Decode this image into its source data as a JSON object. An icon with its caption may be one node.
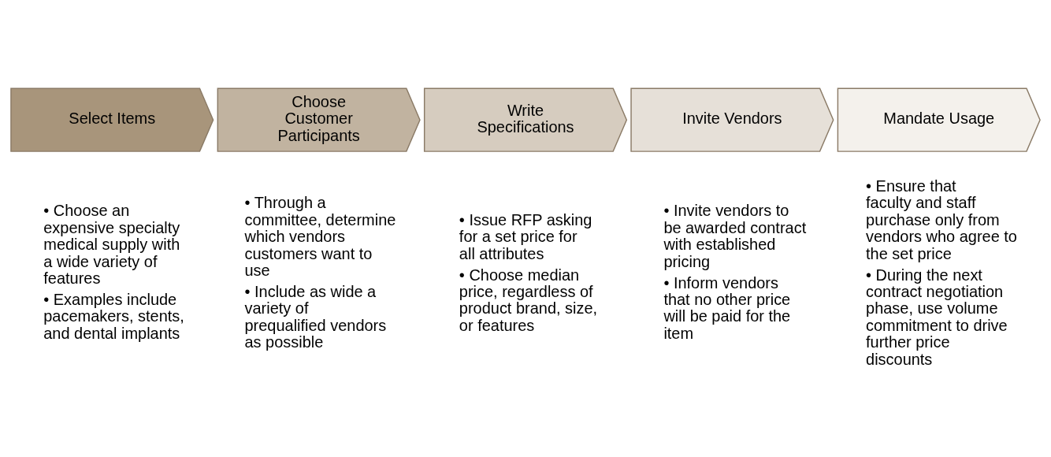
{
  "diagram": {
    "nodes": [
      {
        "text": [
          "Select Items"
        ],
        "beside": [
          "• Choose an expensive specialty medical supply with a wide variety of features",
          "• Examples include pacemakers, stents, and dental implants"
        ]
      },
      {
        "text": [
          "Choose Customer Participants"
        ],
        "beside": [
          "• Through a committee, determine which vendors customers want to use",
          "• Include as wide a variety of prequalified vendors as possible"
        ]
      },
      {
        "text": [
          "Write Specifications"
        ],
        "beside": [
          "• Issue RFP asking for a set price for all attributes",
          "• Choose median price, regardless of product brand, size, or features"
        ]
      },
      {
        "text": [
          "Invite Vendors"
        ],
        "beside": [
          "• Invite vendors to be awarded contract with established pricing",
          "• Inform vendors that no other price will be paid for the item"
        ]
      },
      {
        "text": [
          "Mandate Usage"
        ],
        "beside": [
          "• Ensure that faculty and staff purchase only from vendors who agree to the set price",
          "• During the next contract negotiation phase, use volume commitment to drive further price discounts"
        ]
      }
    ],
    "edges": []
  }
}
